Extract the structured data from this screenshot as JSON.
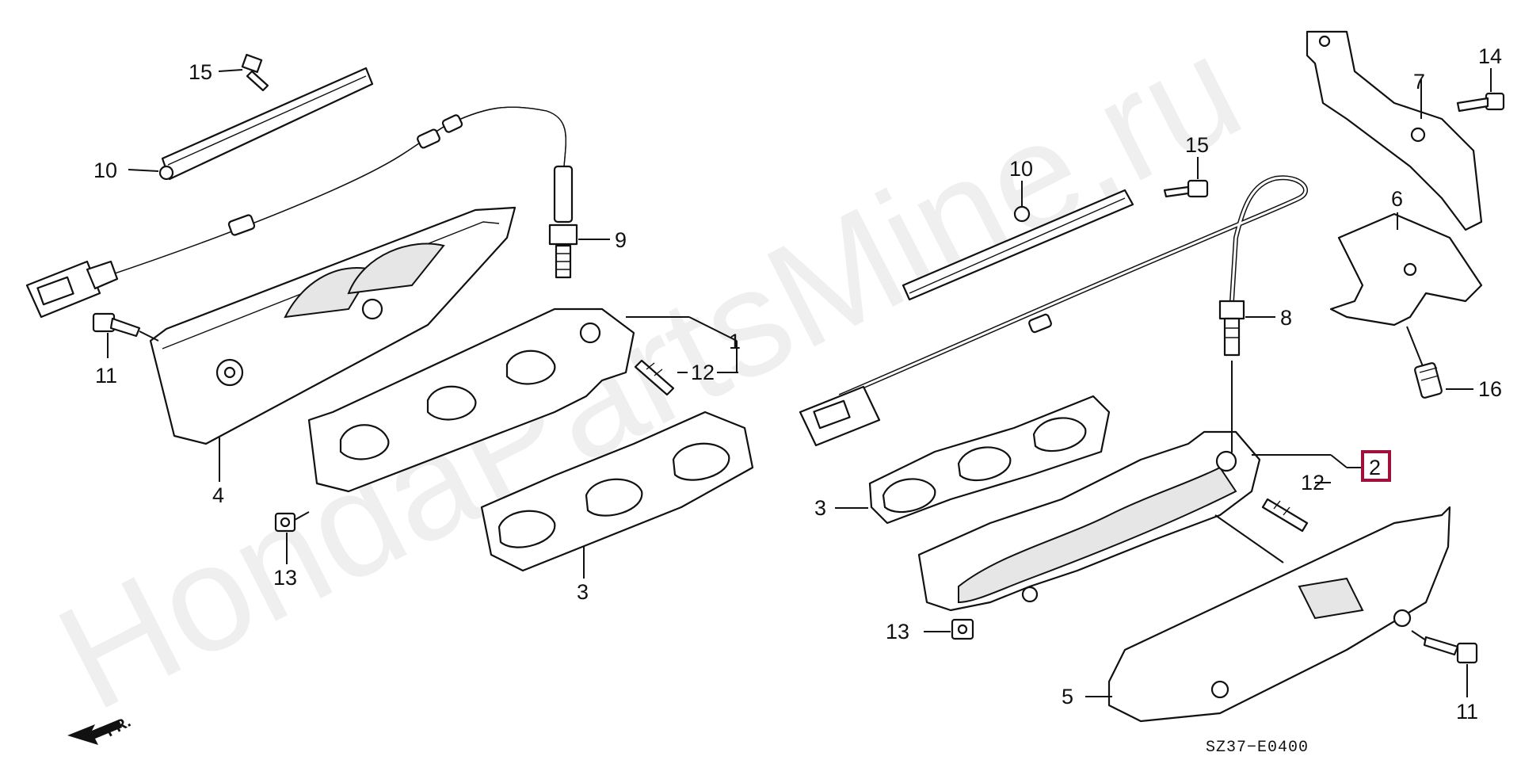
{
  "watermark": "HondaPartsMine.ru",
  "direction_label": "FR.",
  "diagram_code": "SZ37−E0400",
  "callouts": {
    "left_1": "1",
    "left_3": "3",
    "left_4": "4",
    "left_9": "9",
    "left_10": "10",
    "left_11": "11",
    "left_12": "12",
    "left_13": "13",
    "left_15": "15",
    "right_2": "2",
    "right_3": "3",
    "right_5": "5",
    "right_6": "6",
    "right_7": "7",
    "right_8": "8",
    "right_10": "10",
    "right_11": "11",
    "right_12": "12",
    "right_13": "13",
    "right_14": "14",
    "right_15": "15",
    "right_16": "16"
  },
  "highlight_color": "#a0103a"
}
